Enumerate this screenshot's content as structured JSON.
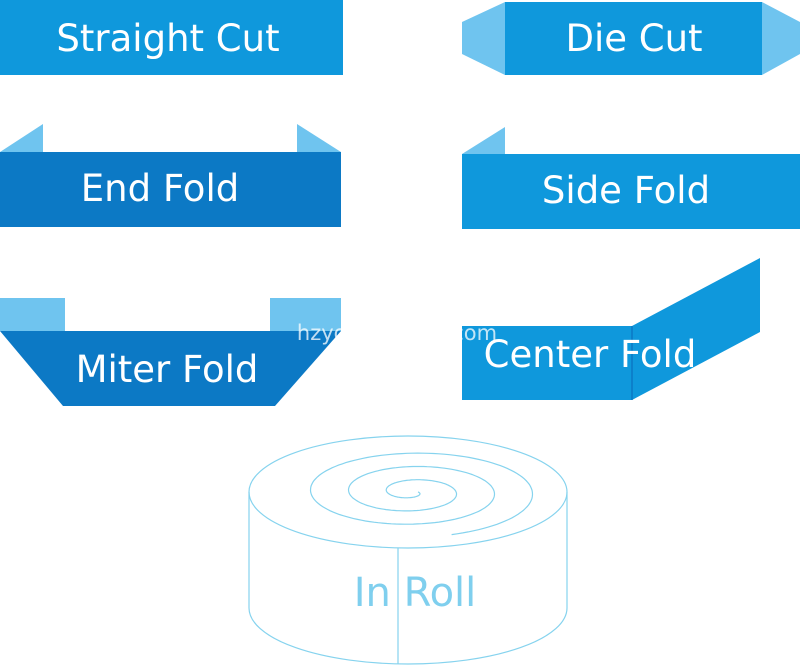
{
  "colors": {
    "primary": "#0f98dc",
    "dark": "#0c79c5",
    "light": "#6fc4ef",
    "roll_line": "#86d3ee",
    "roll_text": "#7fcfee"
  },
  "labels": {
    "straight_cut": "Straight Cut",
    "die_cut": "Die Cut",
    "end_fold": "End Fold",
    "side_fold": "Side Fold",
    "miter_fold": "Miter Fold",
    "center_fold": "Center Fold",
    "in_roll": "In Roll"
  },
  "watermark": "hzyonghua.en.com"
}
